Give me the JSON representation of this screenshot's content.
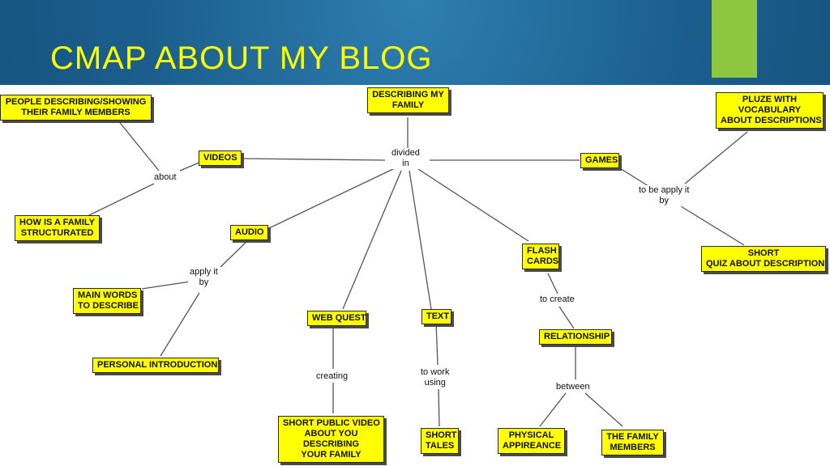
{
  "slide": {
    "title": "CMAP ABOUT MY BLOG",
    "accent_color": "#8dc63f",
    "title_color": "#ffff00"
  },
  "concepts": {
    "describing_my_family": "DESCRIBING MY\nFAMILY",
    "people_describing": "PEOPLE DESCRIBING/SHOWING\nTHEIR FAMILY MEMBERS",
    "pluze_vocabulary": "PLUZE WITH\nVOCABULARY\nABOUT DESCRIPTIONS",
    "videos": "VIDEOS",
    "games": "GAMES",
    "how_family": "HOW IS A FAMILY\nSTRUCTURATED",
    "audio": "AUDIO",
    "short_quiz": "SHORT\nQUIZ ABOUT DESCRIPTION",
    "flash_cards": "FLASH\nCARDS",
    "main_words": "MAIN WORDS\nTO DESCRIBE",
    "web_quest": "WEB QUEST",
    "text": "TEXT",
    "relationship": "RELATIONSHIP",
    "personal_intro": "PERSONAL INTRODUCTION",
    "short_public_video": "SHORT PUBLIC VIDEO\nABOUT YOU\nDESCRIBING\nYOUR FAMILY",
    "short_tales": "SHORT\nTALES",
    "physical_appireance": "PHYSICAL\nAPPIREANCE",
    "the_family_members": "THE FAMILY\nMEMBERS"
  },
  "link_labels": {
    "divided_in": "divided\nin",
    "about": "about",
    "to_be_apply_it_by": "to be apply it\nby",
    "apply_it_by": "apply it\nby",
    "to_create": "to create",
    "creating": "creating",
    "to_work_using": "to work\nusing",
    "between": "between"
  },
  "colors": {
    "node_fill": "#ffff00",
    "node_border": "#2b2b2b",
    "link_line": "#555555"
  }
}
